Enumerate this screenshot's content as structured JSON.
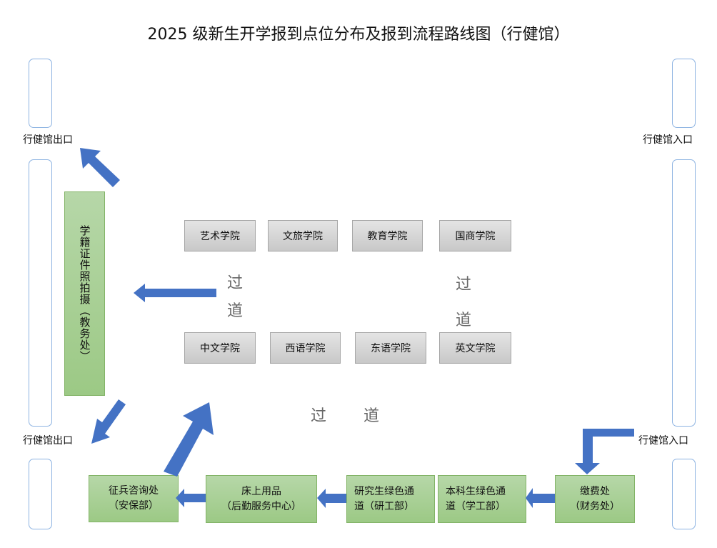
{
  "title": "2025 级新生开学报到点位分布及报到流程路线图（行健馆）",
  "labels": {
    "exit_top": "行健馆出口",
    "exit_bottom": "行健馆出口",
    "entry_top": "行健馆入口",
    "entry_bottom": "行健馆入口"
  },
  "photo_station": "学籍证件照拍摄（教务处）",
  "colleges_row1": [
    "艺术学院",
    "文旅学院",
    "教育学院",
    "国商学院"
  ],
  "colleges_row2": [
    "中文学院",
    "西语学院",
    "东语学院",
    "英文学院"
  ],
  "aisle": {
    "left_1": "过",
    "left_2": "道",
    "right_1": "过",
    "right_2": "道",
    "bottom_1": "过",
    "bottom_2": "道"
  },
  "flow": [
    {
      "line1": "征兵咨询处",
      "line2": "（安保部）"
    },
    {
      "line1": "床上用品",
      "line2": "（后勤服务中心）"
    },
    {
      "line1": "研究生绿色通",
      "line2": "道（研工部）"
    },
    {
      "line1": "本科生绿色通",
      "line2": "道（学工部）"
    },
    {
      "line1": "缴费处",
      "line2": "（财务处）"
    }
  ],
  "colors": {
    "arrow": "#4472C4",
    "green": "#A9D18E",
    "gray": "#D0D0D0",
    "pillar": "#8DB3E2"
  }
}
